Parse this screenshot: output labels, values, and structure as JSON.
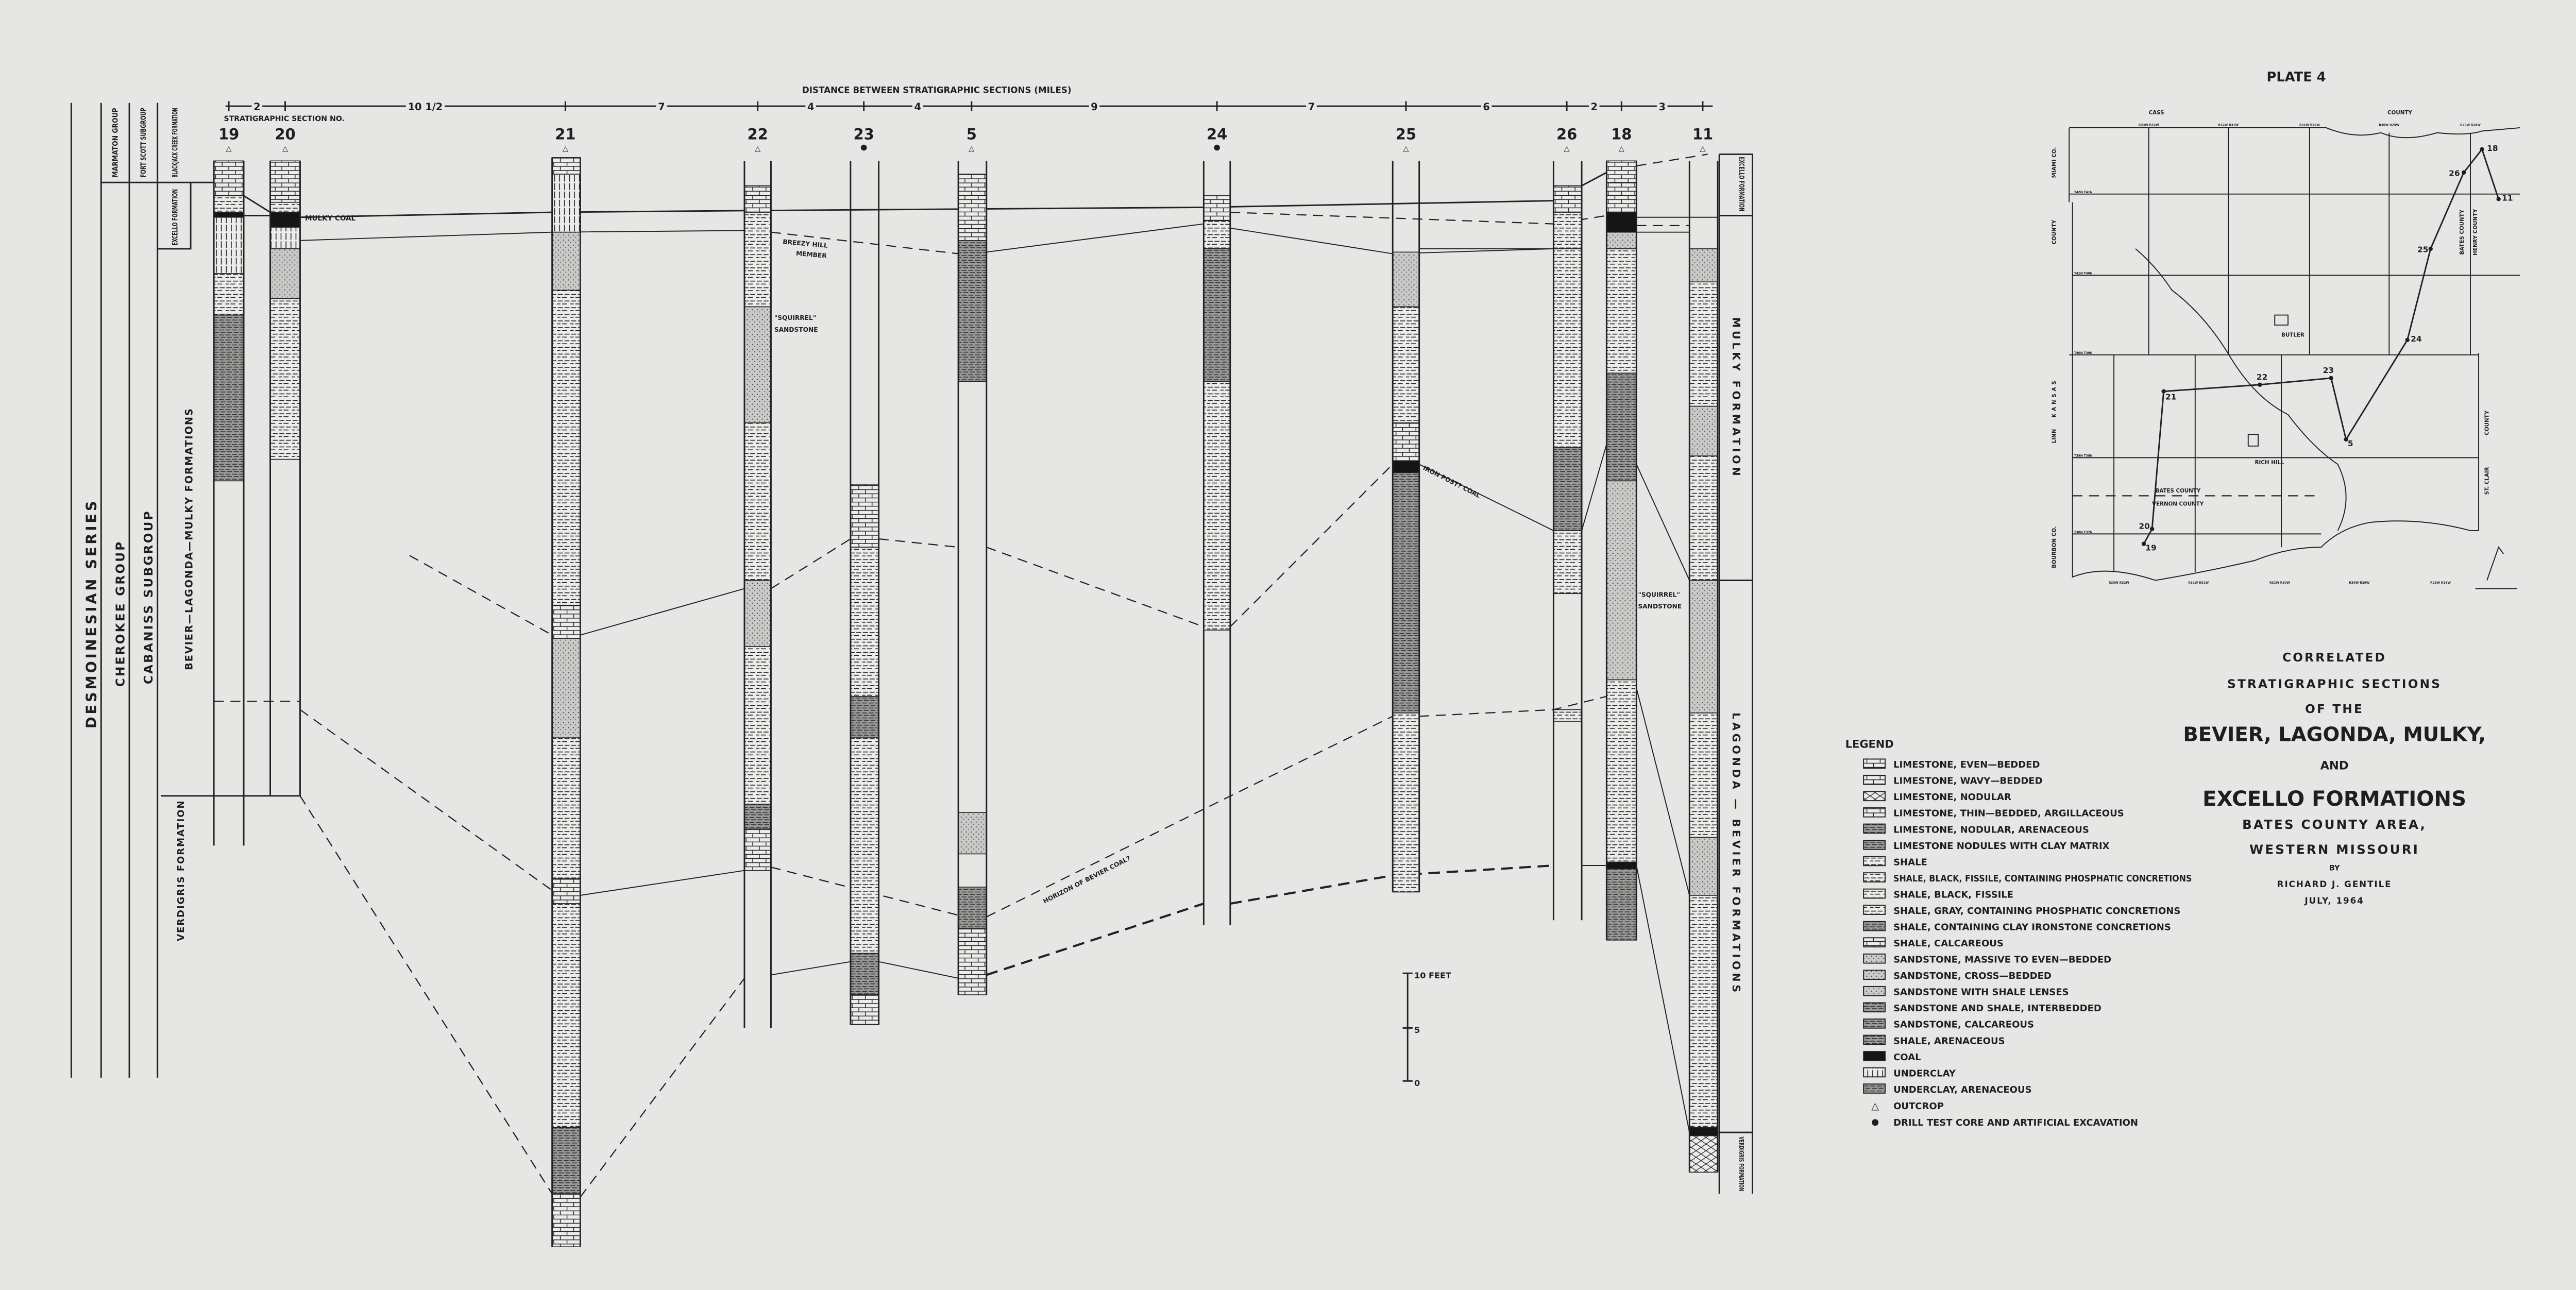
{
  "plate": "PLATE 4",
  "header": {
    "distance_title": "DISTANCE BETWEEN STRATIGRAPHIC SECTIONS (MILES)",
    "distances": [
      "2",
      "10 1/2",
      "7",
      "4",
      "4",
      "9",
      "7",
      "6",
      "2",
      "3"
    ],
    "section_no_label": "STRATIGRAPHIC SECTION NO.",
    "sections": [
      {
        "no": "19",
        "type": "outcrop"
      },
      {
        "no": "20",
        "type": "outcrop"
      },
      {
        "no": "21",
        "type": "outcrop"
      },
      {
        "no": "22",
        "type": "outcrop"
      },
      {
        "no": "23",
        "type": "drill"
      },
      {
        "no": "5",
        "type": "outcrop"
      },
      {
        "no": "24",
        "type": "drill"
      },
      {
        "no": "25",
        "type": "outcrop"
      },
      {
        "no": "26",
        "type": "outcrop"
      },
      {
        "no": "18",
        "type": "outcrop"
      },
      {
        "no": "11",
        "type": "outcrop"
      }
    ]
  },
  "stratigraphy_left": {
    "series": "DESMOINESIAN SERIES",
    "group": "CHEROKEE GROUP",
    "subgroup": "CABANISS SUBGROUP",
    "marmaton": "MARMATON GROUP",
    "fort_scott": "FORT SCOTT SUBGROUP",
    "blackjack": "BLACKJACK CREEK FORMATION",
    "excello": "EXCELLO FORMATION",
    "bevier": "BEVIER—LAGONDA—MULKY FORMATIONS",
    "verdigris": "VERDIGRIS FORMATION"
  },
  "stratigraphy_right": {
    "excello": "EXCELLO FORMATION",
    "mulky": "MULKY FORMATION",
    "lagonda": "LAGONDA — BEVIER FORMATIONS",
    "verdigris": "VERDIGRIS FORMATION"
  },
  "annotations": {
    "mulky_coal": "MULKY COAL",
    "breezy_1": "BREEZY HILL",
    "breezy_2": "MEMBER",
    "squirrel_1": "\"SQUIRREL\"",
    "squirrel_2": "SANDSTONE",
    "iron_post": "IRON POST? COAL",
    "bevier_horizon": "HORIZON OF BEVIER COAL?"
  },
  "scale": {
    "top": "10 FEET",
    "mid": "5",
    "bottom": "0"
  },
  "legend": {
    "title": "LEGEND",
    "items": [
      {
        "label": "LIMESTONE, EVEN—BEDDED",
        "pattern": "lime"
      },
      {
        "label": "LIMESTONE, WAVY—BEDDED",
        "pattern": "lime"
      },
      {
        "label": "LIMESTONE, NODULAR",
        "pattern": "nod"
      },
      {
        "label": "LIMESTONE, THIN—BEDDED, ARGILLACEOUS",
        "pattern": "lime"
      },
      {
        "label": "LIMESTONE, NODULAR, ARENACEOUS",
        "pattern": "dark"
      },
      {
        "label": "LIMESTONE NODULES WITH CLAY MATRIX",
        "pattern": "dark"
      },
      {
        "label": "SHALE",
        "pattern": "shale"
      },
      {
        "label": "SHALE, BLACK, FISSILE, CONTAINING PHOSPHATIC CONCRETIONS",
        "pattern": "shale"
      },
      {
        "label": "SHALE, BLACK, FISSILE",
        "pattern": "shale"
      },
      {
        "label": "SHALE, GRAY, CONTAINING PHOSPHATIC CONCRETIONS",
        "pattern": "shale"
      },
      {
        "label": "SHALE, CONTAINING CLAY IRONSTONE CONCRETIONS",
        "pattern": "dark"
      },
      {
        "label": "SHALE, CALCAREOUS",
        "pattern": "lime"
      },
      {
        "label": "SANDSTONE, MASSIVE TO EVEN—BEDDED",
        "pattern": "sand"
      },
      {
        "label": "SANDSTONE, CROSS—BEDDED",
        "pattern": "sand"
      },
      {
        "label": "SANDSTONE WITH SHALE LENSES",
        "pattern": "sand"
      },
      {
        "label": "SANDSTONE AND SHALE, INTERBEDDED",
        "pattern": "dark"
      },
      {
        "label": "SANDSTONE, CALCAREOUS",
        "pattern": "dark"
      },
      {
        "label": "SHALE, ARENACEOUS",
        "pattern": "dark"
      },
      {
        "label": "COAL",
        "pattern": "coal"
      },
      {
        "label": "UNDERCLAY",
        "pattern": "clay"
      },
      {
        "label": "UNDERCLAY, ARENACEOUS",
        "pattern": "dark"
      }
    ],
    "outcrop": "OUTCROP",
    "drill": "DRILL TEST CORE AND ARTIFICIAL EXCAVATION"
  },
  "title_block": {
    "l1": "CORRELATED",
    "l2": "STRATIGRAPHIC SECTIONS",
    "l3": "OF THE",
    "l4": "BEVIER, LAGONDA, MULKY,",
    "l5": "AND",
    "l6": "EXCELLO FORMATIONS",
    "l7": "BATES COUNTY AREA,",
    "l8": "WESTERN MISSOURI",
    "l9": "BY",
    "l10": "RICHARD J. GENTILE",
    "l11": "JULY, 1964"
  },
  "map": {
    "cass": "CASS",
    "cass_county": "COUNTY",
    "miami": "MIAMI CO.",
    "linn_county": "COUNTY",
    "kansas": "KANSAS",
    "linn": "LINN",
    "bourbon": "BOURBON CO.",
    "butler": "BUTLER",
    "rich_hill": "RICH HILL",
    "bates": "BATES COUNTY",
    "vernon": "VERNON COUNTY",
    "bates_v": "BATES COUNTY",
    "henry_v": "HENRY COUNTY",
    "st_clair": "ST. CLAIR",
    "st_clair_county": "COUNTY",
    "townships": [
      "T42N T41N",
      "T41N T40N",
      "T40N T39N",
      "T39N T38N",
      "T38N T37N"
    ],
    "ranges_top": [
      "R33W R32W",
      "R32W R31W",
      "R31W R30W",
      "R30W R29W",
      "R29W R28W"
    ],
    "ranges_bottom": [
      "R33W R32W",
      "R32W R31W",
      "R31W R30W",
      "R30W R29W",
      "R29W R28W"
    ],
    "points": [
      "18",
      "26",
      "11",
      "25",
      "24",
      "23",
      "5",
      "22",
      "21",
      "20",
      "19"
    ]
  }
}
